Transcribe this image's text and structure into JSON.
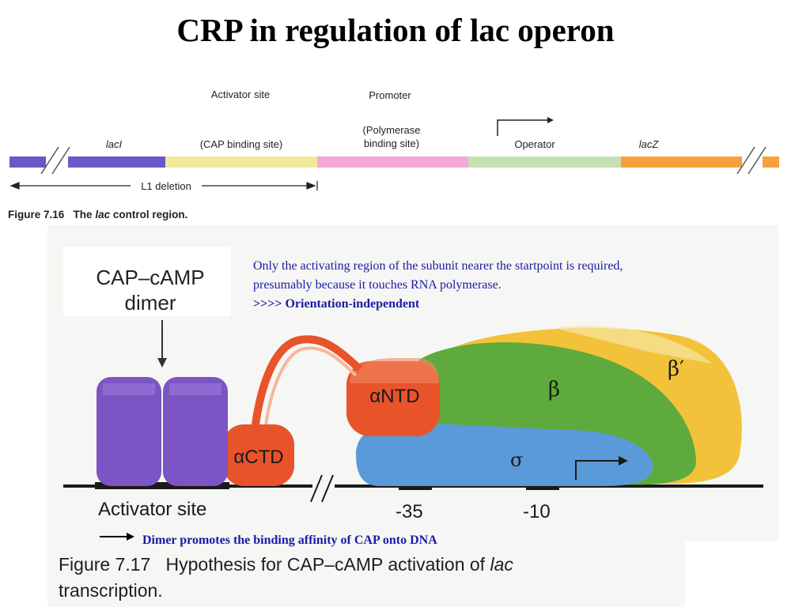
{
  "slide": {
    "title": "CRP in regulation of lac operon"
  },
  "fig16": {
    "labels": {
      "activator_site": "Activator site",
      "promoter": "Promoter",
      "lacI": "lacI",
      "cap_binding": "(CAP binding site)",
      "polymerase_binding_1": "(Polymerase",
      "polymerase_binding_2": "binding site)",
      "operator": "Operator",
      "lacZ": "lacZ",
      "l1_deletion": "L1 deletion"
    },
    "caption": {
      "number": "Figure 7.16",
      "text_1": "The ",
      "text_italic": "lac",
      "text_2": " control region."
    },
    "segment_colors": {
      "lacI": "#6a57c8",
      "cap_site": "#f2ea9a",
      "promoter": "#f2a8d8",
      "operator": "#c6e0b4",
      "lacZ": "#f5a23c"
    }
  },
  "fig17": {
    "cap_camp_label_1": "CAP–cAMP",
    "cap_camp_label_2": "dimer",
    "alpha_ntd": "αNTD",
    "alpha_ctd": "αCTD",
    "beta": "β",
    "beta_prime": "β′",
    "sigma": "σ",
    "activator_site": "Activator site",
    "minus35": "-35",
    "minus10": "-10",
    "caption": {
      "number": "Figure 7.17",
      "text_1": "Hypothesis for CAP–cAMP activation of ",
      "text_italic": "lac",
      "text_2": "transcription."
    },
    "colors": {
      "cap": "#7b55c4",
      "alpha": "#e8532a",
      "beta": "#5faa3c",
      "beta_prime": "#f2c23a",
      "sigma": "#5a9ad8"
    }
  },
  "notes": {
    "line1": "Only the activating region of the subunit nearer the startpoint is required,",
    "line2": "presumably because it touches RNA polymerase.",
    "line3": ">>>> Orientation-independent",
    "bottom": "Dimer promotes the binding affinity of CAP onto DNA"
  }
}
